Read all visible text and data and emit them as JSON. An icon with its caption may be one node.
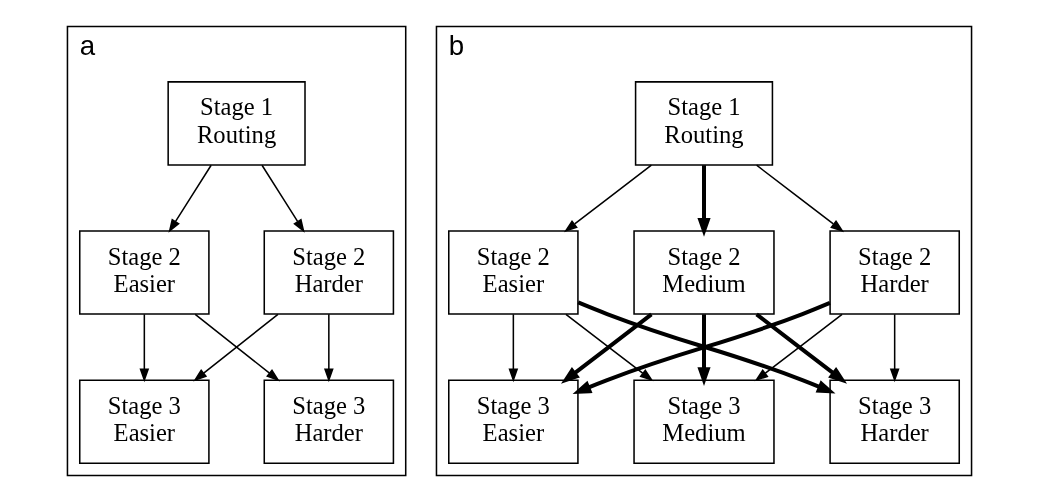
{
  "diagram": {
    "nodes": [
      {
        "text": [
          "a"
        ]
      },
      {
        "text": [
          "Stage 1",
          "Routing"
        ],
        "in": 0
      },
      {
        "text": [
          "Stage 2",
          "Easier"
        ],
        "in": 0
      },
      {
        "text": [
          "Stage 2",
          "Harder"
        ],
        "in": 0
      },
      {
        "text": [
          "Stage 3",
          "Easier"
        ],
        "in": 0
      },
      {
        "text": [
          "Stage 3",
          "Harder"
        ],
        "in": 0
      },
      {
        "text": [
          "b"
        ]
      },
      {
        "text": [
          "Stage 1",
          "Routing"
        ],
        "in": 6
      },
      {
        "text": [
          "Stage 2",
          "Easier"
        ],
        "in": 6
      },
      {
        "text": [
          "Stage 2",
          "Medium"
        ],
        "in": 6
      },
      {
        "text": [
          "Stage 2",
          "Harder"
        ],
        "in": 6
      },
      {
        "text": [
          "Stage 3",
          "Easier"
        ],
        "in": 6
      },
      {
        "text": [
          "Stage 3",
          "Medium"
        ],
        "in": 6
      },
      {
        "text": [
          "Stage 3",
          "Harder"
        ],
        "in": 6
      }
    ],
    "edges": [
      {
        "from": 1,
        "to": 2,
        "arrow": "to"
      },
      {
        "from": 1,
        "to": 3,
        "arrow": "to"
      },
      {
        "from": 2,
        "to": 4,
        "arrow": "to"
      },
      {
        "from": 2,
        "to": 5,
        "arrow": "to"
      },
      {
        "from": 3,
        "to": 4,
        "arrow": "to"
      },
      {
        "from": 3,
        "to": 5,
        "arrow": "to"
      },
      {
        "from": 7,
        "to": 8,
        "arrow": "to"
      },
      {
        "from": 7,
        "to": 9,
        "arrow": "to",
        "style": "thick"
      },
      {
        "from": 7,
        "to": 10,
        "arrow": "to"
      },
      {
        "from": 8,
        "to": 11,
        "arrow": "to"
      },
      {
        "from": 8,
        "to": 12,
        "arrow": "to"
      },
      {
        "from": 8,
        "to": 13,
        "arrow": "to",
        "style": "thick"
      },
      {
        "from": 9,
        "to": 11,
        "arrow": "to",
        "style": "thick"
      },
      {
        "from": 9,
        "to": 12,
        "arrow": "to",
        "style": "thick"
      },
      {
        "from": 9,
        "to": 13,
        "arrow": "to",
        "style": "thick"
      },
      {
        "from": 10,
        "to": 11,
        "arrow": "to",
        "style": "thick"
      },
      {
        "from": 10,
        "to": 12,
        "arrow": "to"
      },
      {
        "from": 10,
        "to": 13,
        "arrow": "to"
      }
    ]
  }
}
